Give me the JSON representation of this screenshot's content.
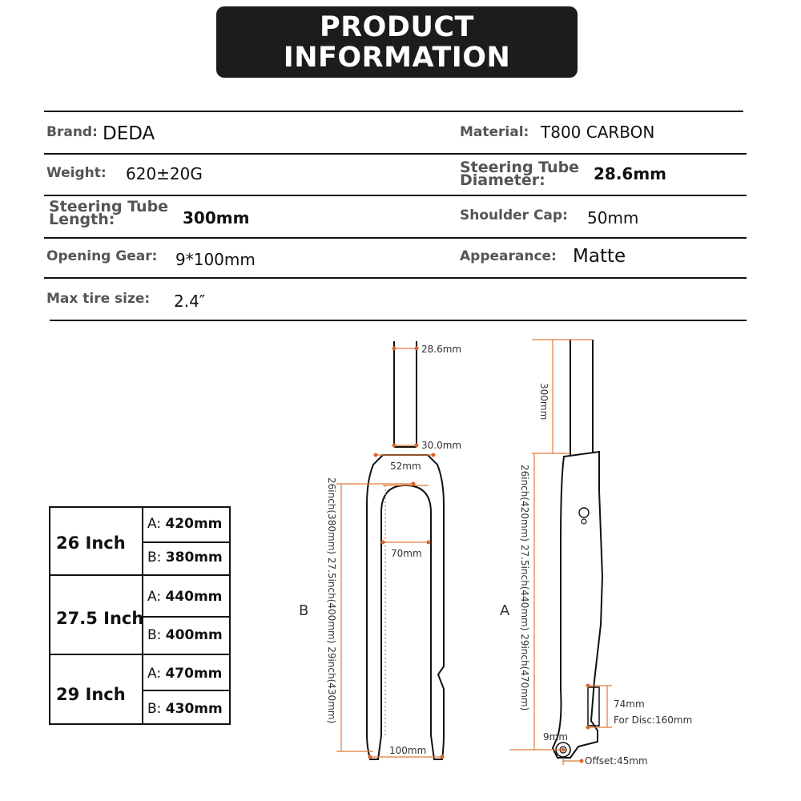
{
  "header": {
    "title_line1": "PRODUCT",
    "title_line2": "INFORMATION"
  },
  "specs": {
    "brand": {
      "label": "Brand:",
      "value": "DEDA"
    },
    "material": {
      "label": "Material:",
      "value": "T800 CARBON"
    },
    "weight": {
      "label": "Weight:",
      "value": "620±20G"
    },
    "steering_tube_diameter": {
      "label_line1": "Steering Tube",
      "label_line2": "Diameter:",
      "value": "28.6mm"
    },
    "steering_tube_length": {
      "label_line1": "Steering Tube",
      "label_line2": "Length:",
      "value": "300mm"
    },
    "shoulder_cap": {
      "label": "Shoulder Cap:",
      "value": "50mm"
    },
    "opening_gear": {
      "label": "Opening Gear:",
      "value": "9*100mm"
    },
    "appearance": {
      "label": "Appearance:",
      "value": "Matte"
    },
    "max_tire_size": {
      "label": "Max tire size:",
      "value": "2.4″"
    }
  },
  "size_table": [
    {
      "wheel": "26 Inch",
      "a_prefix": "A:",
      "a_value": "420mm",
      "b_prefix": "B:",
      "b_value": "380mm"
    },
    {
      "wheel": "27.5 Inch",
      "a_prefix": "A:",
      "a_value": "440mm",
      "b_prefix": "B:",
      "b_value": "400mm"
    },
    {
      "wheel": "29 Inch",
      "a_prefix": "A:",
      "a_value": "470mm",
      "b_prefix": "B:",
      "b_value": "430mm"
    }
  ],
  "front_view": {
    "letter": "B",
    "steerer_top_diameter": "28.6mm",
    "steerer_base_diameter": "30.0mm",
    "crown_width": "52mm",
    "inner_width": "70mm",
    "axle_spacing": "100mm",
    "length_label": "26inch(380mm) 27.5inch(400mm) 29inch(430mm)"
  },
  "side_view": {
    "letter": "A",
    "steerer_length": "300mm",
    "length_label": "26inch(420mm) 27.5inch(440mm) 29inch(470mm)",
    "disc_mount": "74mm",
    "disc_rotor": "For Disc:160mm",
    "axle_diameter": "9mm",
    "offset": "Offset:45mm"
  },
  "colors": {
    "banner": "#1c1c1c",
    "dimension_line": "#e07b39",
    "dimension_dot": "#d9662a",
    "outline": "#111111"
  }
}
